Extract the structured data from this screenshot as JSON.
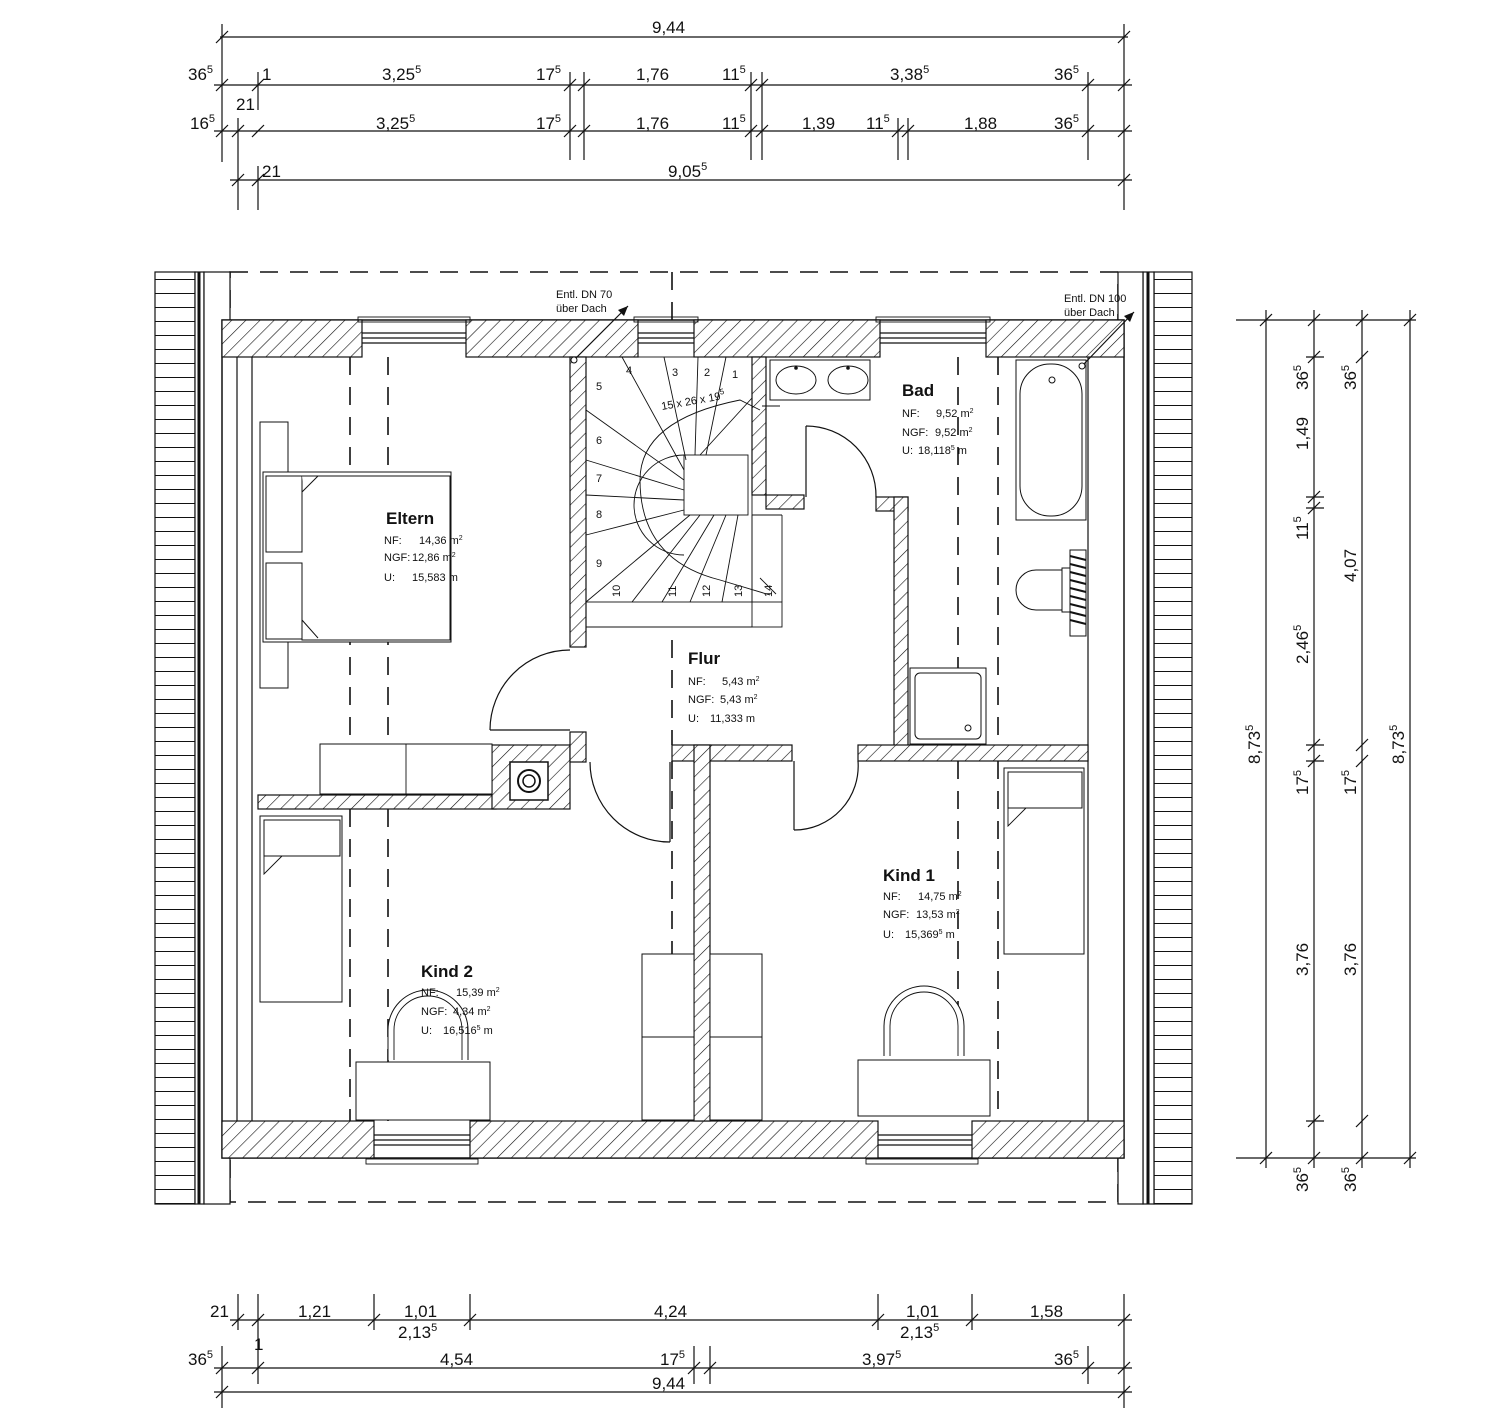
{
  "dimensions": {
    "top": {
      "overall": "9,44",
      "row2": [
        {
          "base": "36",
          "sup": "5"
        },
        {
          "base": "1",
          "sup": ""
        },
        {
          "base": "3,25",
          "sup": "5"
        },
        {
          "base": "17",
          "sup": "5"
        },
        {
          "base": "1,76",
          "sup": ""
        },
        {
          "base": "11",
          "sup": "5"
        },
        {
          "base": "3,38",
          "sup": "5"
        },
        {
          "base": "36",
          "sup": "5"
        }
      ],
      "row2_offset": "21",
      "row3": [
        {
          "base": "16",
          "sup": "5"
        },
        {
          "base": "3,25",
          "sup": "5"
        },
        {
          "base": "17",
          "sup": "5"
        },
        {
          "base": "1,76",
          "sup": ""
        },
        {
          "base": "11",
          "sup": "5"
        },
        {
          "base": "1,39",
          "sup": ""
        },
        {
          "base": "11",
          "sup": "5"
        },
        {
          "base": "1,88",
          "sup": ""
        },
        {
          "base": "36",
          "sup": "5"
        }
      ],
      "row4": [
        {
          "base": "21",
          "sup": ""
        },
        {
          "base": "9,05",
          "sup": "5"
        }
      ]
    },
    "bottom": {
      "row1": [
        "21",
        "1,21",
        "1,01",
        "4,24",
        "1,01",
        "1,58"
      ],
      "row1_sub": [
        {
          "base": "2,13",
          "sup": "5"
        },
        {
          "base": "2,13",
          "sup": "5"
        }
      ],
      "row2": [
        {
          "base": "36",
          "sup": "5"
        },
        {
          "base": "1",
          "sup": ""
        },
        {
          "base": "4,54",
          "sup": ""
        },
        {
          "base": "17",
          "sup": "5"
        },
        {
          "base": "3,97",
          "sup": "5"
        },
        {
          "base": "36",
          "sup": "5"
        }
      ],
      "overall": "9,44"
    },
    "right": {
      "col1": [
        {
          "base": "36",
          "sup": "5"
        },
        {
          "base": "1,49",
          "sup": ""
        },
        {
          "base": "11",
          "sup": "5"
        },
        {
          "base": "2,46",
          "sup": "5"
        },
        {
          "base": "17",
          "sup": "5"
        },
        {
          "base": "3,76",
          "sup": ""
        },
        {
          "base": "36",
          "sup": "5"
        }
      ],
      "col2": [
        {
          "base": "36",
          "sup": "5"
        },
        {
          "base": "4,07",
          "sup": ""
        },
        {
          "base": "17",
          "sup": "5"
        },
        {
          "base": "3,76",
          "sup": ""
        },
        {
          "base": "36",
          "sup": "5"
        }
      ],
      "overall_left": {
        "base": "8,73",
        "sup": "5"
      },
      "overall_right": {
        "base": "8,73",
        "sup": "5"
      }
    }
  },
  "rooms": {
    "eltern": {
      "name": "Eltern",
      "nf_label": "NF:",
      "nf": "14,36",
      "ngf_label": "NGF:",
      "ngf": "12,86",
      "u_label": "U:",
      "u": "15,583 m"
    },
    "bad": {
      "name": "Bad",
      "nf_label": "NF:",
      "nf": "9,52",
      "ngf_label": "NGF:",
      "ngf": "9,52",
      "u_label": "U:",
      "u": "18,118",
      "u_sup": "5",
      "u_unit": "m"
    },
    "flur": {
      "name": "Flur",
      "nf_label": "NF:",
      "nf": "5,43",
      "ngf_label": "NGF:",
      "ngf": "5,43",
      "u_label": "U:",
      "u": "11,333 m"
    },
    "kind1": {
      "name": "Kind 1",
      "nf_label": "NF:",
      "nf": "14,75",
      "ngf_label": "NGF:",
      "ngf": "13,53",
      "u_label": "U:",
      "u": "15,369",
      "u_sup": "5",
      "u_unit": "m"
    },
    "kind2": {
      "name": "Kind 2",
      "nf_label": "NF:",
      "nf": "15,39",
      "ngf_label": "NGF:",
      "ngf": "4,34",
      "u_label": "U:",
      "u": "16,516",
      "u_sup": "5",
      "u_unit": "m"
    }
  },
  "area_unit": "m",
  "area_unit_sup": "2",
  "notes": {
    "vent1_line1": "Entl. DN 70",
    "vent1_line2": "über Dach",
    "vent2_line1": "Entl. DN 100",
    "vent2_line2": "über Dach"
  },
  "stairs": {
    "spec": "15 x 26 x 19",
    "spec_sup": "5",
    "steps": [
      "1",
      "2",
      "3",
      "4",
      "5",
      "6",
      "7",
      "8",
      "9",
      "10",
      "11",
      "12",
      "13",
      "14"
    ]
  }
}
